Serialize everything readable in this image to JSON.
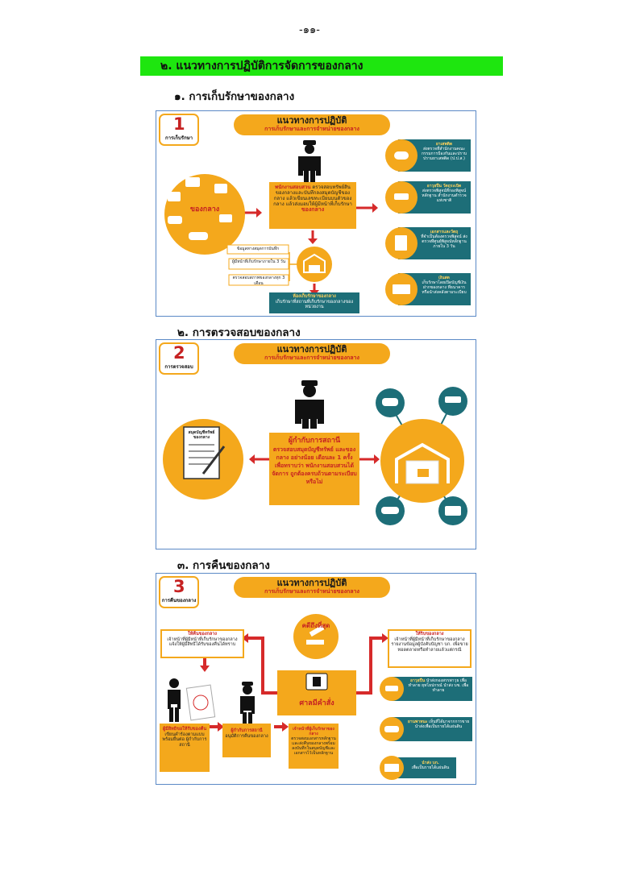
{
  "page": {
    "number": "-๑๑-",
    "section_title": "๒. แนวทางการปฏิบัติการจัดการของกลาง"
  },
  "panel1": {
    "heading": "๑. การเก็บรักษาของกลาง",
    "num": "1",
    "tag": "การเก็บรักษา",
    "banner_title": "แนวทางการปฏิบัติ",
    "banner_sub": "การเก็บรักษาและการจำหน่ายของกลาง",
    "left_circle_label": "ของกลาง",
    "officer_box": {
      "title": "พนักงานสอบสวน",
      "body": "ตรวจสอบทรัพย์สินของกลางและบันทึกลงสมุดบัญชีของกลาง แล้วเขียนเลขทะเบียนบนตัวของกลาง แล้วส่งมอบให้ผู้มีหน้าที่เก็บรักษา",
      "emphasis": "ของกลาง"
    },
    "small_boxes": [
      "ข้อมูลทางสมุดการบันทึก",
      "ผู้มีหน้าที่เก็บรักษาภายใน 3 วัน",
      "ตรวจสอบสภาพของกลางทุก 3 เดือน"
    ],
    "storage_box": {
      "title": "ห้องเก็บรักษาของกลาง",
      "body": "เก็บรักษาที่สถานที่เก็บรักษาของกลางของหน่วยงาน"
    },
    "right_items": [
      {
        "title": "ยาเสพติด",
        "body": "ส่งตรวจที่สำนักงานคณะกรรมการป้องกันและปราบปรามยาเสพติด (ป.ป.ส.)"
      },
      {
        "title": "อาวุธปืน วัตถุระเบิด",
        "body": "ส่งตรวจพิสูจน์ที่กองพิสูจน์หลักฐาน สำนักงานตำรวจแห่งชาติ"
      },
      {
        "title": "เอกสารและวัตถุ",
        "body": "ที่จำเป็นต้องตรวจพิสูจน์ ส่งตรวจที่ศูนย์พิสูจน์หลักฐาน ภายใน 3 วัน"
      },
      {
        "title": "เงินสด",
        "body": "เก็บรักษาโดยเปิดบัญชีเงินฝากของกลาง ที่ธนาคาร หรือนำส่งคลังตามระเบียบ"
      }
    ]
  },
  "panel2": {
    "heading": "๒. การตรวจสอบของกลาง",
    "num": "2",
    "tag": "การตรวจสอบ",
    "banner_title": "แนวทางการปฏิบัติ",
    "banner_sub": "การเก็บรักษาและการจำหน่ายของกลาง",
    "doc_label": "สมุดบัญชีทรัพย์ของกลาง",
    "center_box": {
      "title": "ผู้กำกับการสถานี",
      "body": "ตรวจสอบสมุดบัญชีทรัพย์ และของกลาง อย่างน้อย เดือนละ 1 ครั้ง เพื่อทราบว่า พนักงานสอบสวนได้จัดการ ถูกต้องครบถ้วนตามระเบียบ หรือไม่"
    }
  },
  "panel3": {
    "heading": "๓. การคืนของกลาง",
    "num": "3",
    "tag": "การคืนของกลาง",
    "banner_title": "แนวทางการปฏิบัติ",
    "banner_sub": "การเก็บรักษาและการจำหน่ายของกลาง",
    "final_case": "คดีถึงที่สุด",
    "court_order": "ศาลมีคำสั่ง",
    "left_box": {
      "title": "ให้คืนของกลาง",
      "body": "เจ้าหน้าที่ผู้มีหน้าที่เก็บรักษาของกลางแจ้งให้ผู้มีสิทธิได้รับของคืนได้ทราบ"
    },
    "right_box": {
      "title": "ให้ริบของกลาง",
      "body": "เจ้าหน้าที่ผู้มีหน้าที่เก็บรักษาของกลางรายงานข้อมูลผู้บังคับบัญชา บก. เพื่อขายทอดตลาดหรือทำลายแล้วแต่กรณี"
    },
    "bottom_boxes": [
      {
        "title": "ผู้มีสิทธิขอให้รับของคืน",
        "body": "เขียนคำร้องตามแบบพร้อมยื่นต่อ ผู้กำกับการสถานี"
      },
      {
        "title": "ผู้กำกับการสถานี",
        "body": "อนุมัติการคืนของกลาง"
      },
      {
        "title": "เจ้าหน้าที่ผู้เก็บรักษาของกลาง",
        "body": "ตรวจสอบเอกสารหลักฐาน และส่งคืนของกลางพร้อมลงบันทึกในสมุดบัญชีและเอกสารไว้เป็นหลักฐาน"
      }
    ],
    "right_items": [
      {
        "title": "อาวุธปืน",
        "body": "นำส่งกองสรรพาวุธ เพื่อทำลาย ยุทโธปกรณ์ นำส่ง บช. เพื่อทำลาย"
      },
      {
        "title": "ยานพาหนะ",
        "body": "เห็นที่ได้มาจากการขาย นำส่งเพื่อเป็นรายได้แผ่นดิน"
      },
      {
        "title": "นำส่ง บก.",
        "body": "เพื่อเป็นรายได้แผ่นดิน"
      }
    ]
  },
  "colors": {
    "accent_green": "#1ee60f",
    "orange": "#f4a81c",
    "teal": "#1d6e78",
    "red": "#c62222",
    "frame": "#5b89c6"
  }
}
